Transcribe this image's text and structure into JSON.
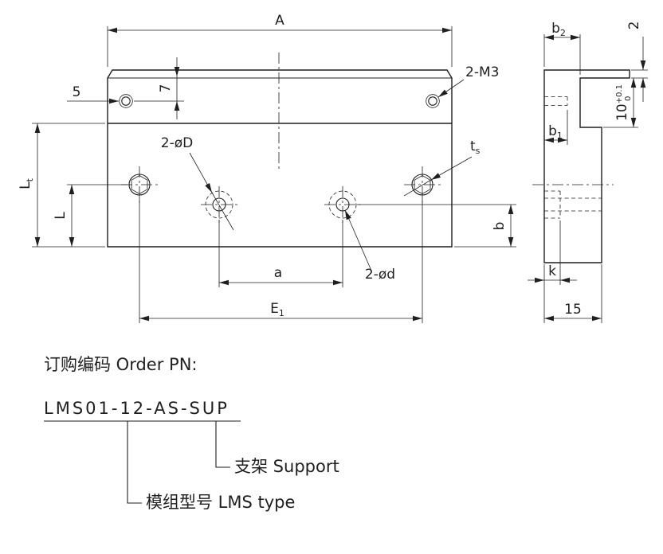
{
  "colors": {
    "ink": "#1f1f1f",
    "background": "#ffffff"
  },
  "front_view": {
    "dim_A": "A",
    "dim_5": "5",
    "dim_7": "7",
    "label_2m3": "2-M3",
    "label_2phiD": "2-øD",
    "label_2phid": "2-ød",
    "label_ts_base": "t",
    "label_ts_sub": "s",
    "dim_Lt_base": "L",
    "dim_Lt_sub": "t",
    "dim_L": "L",
    "dim_b": "b",
    "dim_a": "a",
    "dim_E1_base": "E",
    "dim_E1_sub": "1"
  },
  "side_view": {
    "dim_b2_base": "b",
    "dim_b2_sub": "2",
    "dim_2": "2",
    "dim_b1_base": "b",
    "dim_b1_sub": "1",
    "dim_10_base": "10",
    "dim_10_tol_upper": "+0.1",
    "dim_10_tol_lower": "0",
    "dim_k": "k",
    "dim_15": "15"
  },
  "order": {
    "title": "订购编码 Order PN:",
    "pn": "LMS01-12-AS-SUP",
    "support_label": "支架 Support",
    "type_label": "模组型号 LMS type"
  }
}
